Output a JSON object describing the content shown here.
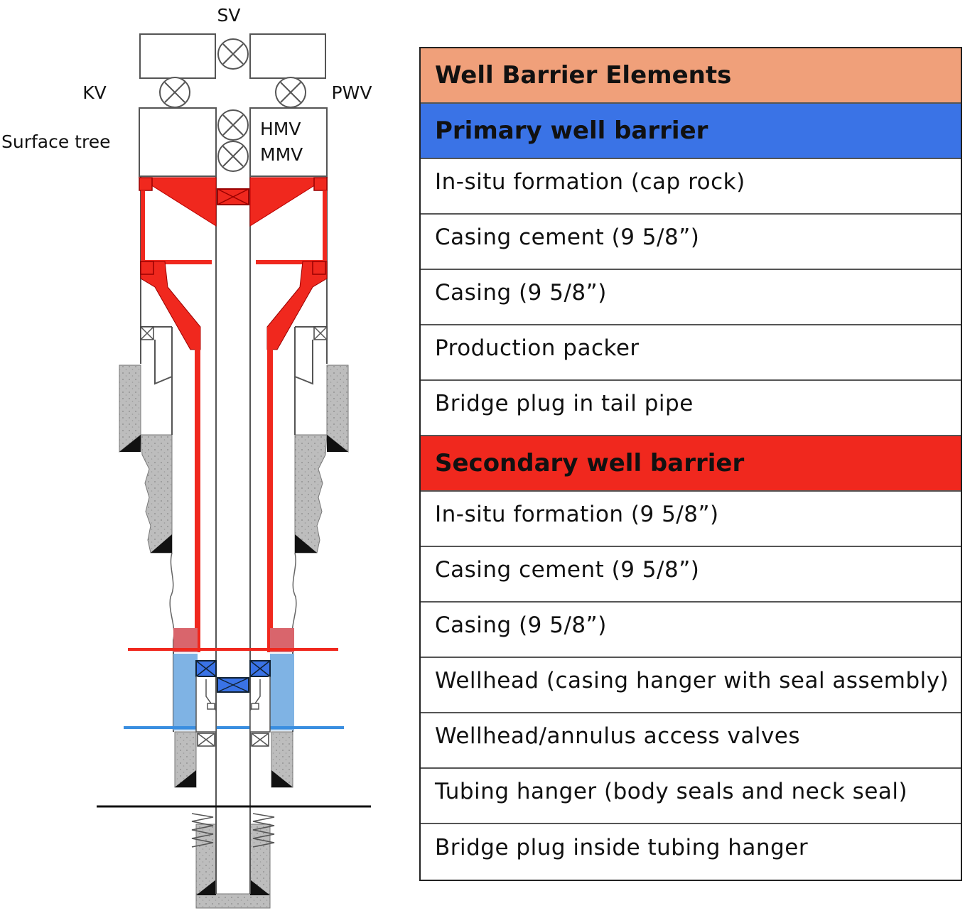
{
  "diagram": {
    "labels": {
      "sv": "SV",
      "kv": "KV",
      "pwv": "PWV",
      "surface_tree": "Surface tree",
      "hmv": "HMV",
      "mmv": "MMV"
    },
    "colors": {
      "primary": "#3a73e6",
      "secondary": "#f0281e",
      "title": "#f0a07a",
      "primary_light": "#7fb3e4",
      "secondary_light": "#d9656c",
      "cement": "#bdbdbd"
    }
  },
  "table": {
    "title": "Well Barrier Elements",
    "primary": {
      "heading": "Primary well barrier",
      "items": [
        "In-situ formation (cap rock)",
        "Casing cement (9 5/8”)",
        "Casing (9 5/8”)",
        "Production packer",
        "Bridge plug in tail pipe"
      ]
    },
    "secondary": {
      "heading": "Secondary well barrier",
      "items": [
        "In-situ formation (9 5/8”)",
        "Casing cement (9 5/8”)",
        "Casing (9 5/8”)",
        "Wellhead (casing hanger with seal assembly)",
        "Wellhead/annulus  access valves",
        "Tubing hanger (body seals and neck seal)",
        "Bridge plug inside tubing hanger"
      ]
    }
  }
}
